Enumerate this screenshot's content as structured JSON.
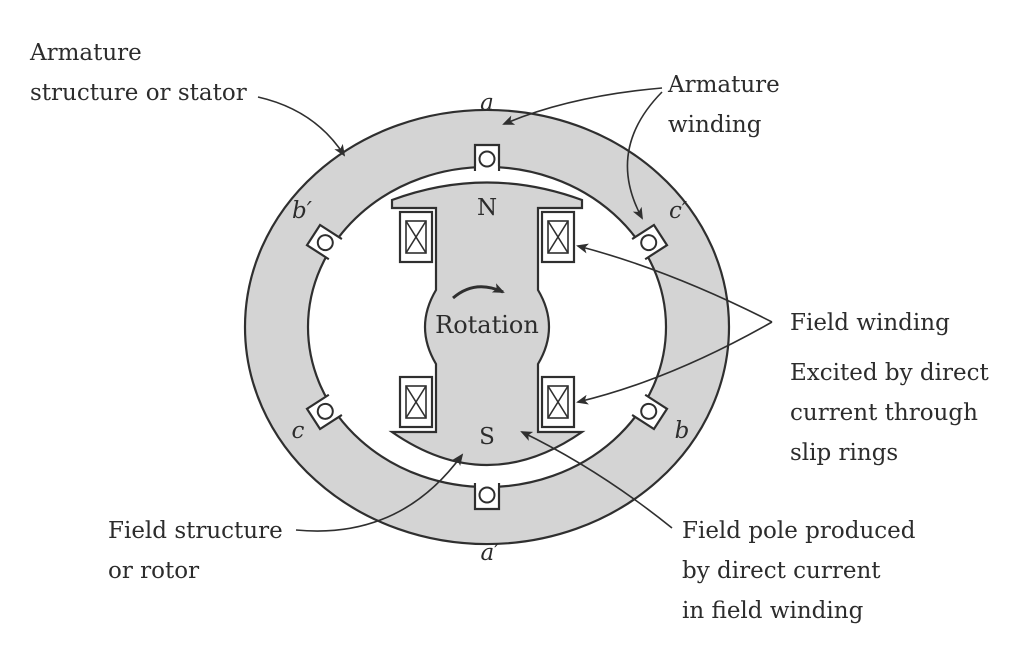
{
  "colors": {
    "steel_fill": "#d4d4d4",
    "background": "#ffffff",
    "line": "#2f2f2f",
    "text": "#2c2c2c"
  },
  "labels": {
    "armature_structure_line1": "Armature",
    "armature_structure_line2": "structure or stator",
    "armature_winding_line1": "Armature",
    "armature_winding_line2": "winding",
    "field_winding": "Field winding",
    "excited_line1": "Excited by direct",
    "excited_line2": "current through",
    "excited_line3": "slip rings",
    "field_structure_line1": "Field structure",
    "field_structure_line2": "or rotor",
    "field_pole_line1": "Field pole produced",
    "field_pole_line2": "by direct current",
    "field_pole_line3": "in field winding",
    "rotation": "Rotation",
    "pole_north": "N",
    "pole_south": "S"
  },
  "slots": {
    "a": "a",
    "a_prime": "a′",
    "b": "b",
    "b_prime": "b′",
    "c": "c",
    "c_prime": "c′"
  }
}
